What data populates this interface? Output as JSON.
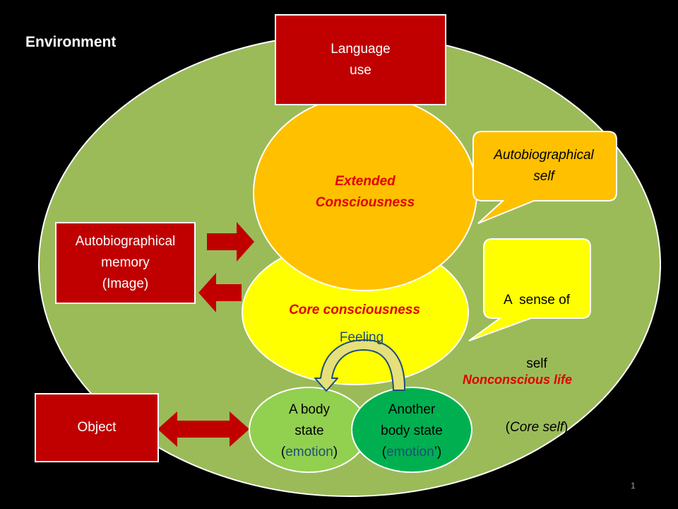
{
  "environment_label": "Environment",
  "language_box": {
    "line1": "Language",
    "line2": "use"
  },
  "memory_box": {
    "line1": "Autobiographical",
    "line2": "memory",
    "line3": "(Image)"
  },
  "object_box": {
    "label": "Object"
  },
  "extended_consciousness": {
    "line1": "Extended",
    "line2": "Consciousness"
  },
  "core_consciousness": {
    "label": "Core consciousness",
    "feeling": "Feeling"
  },
  "autobiographical_self": {
    "line1": "Autobiographical",
    "line2": "self"
  },
  "sense_of_self": {
    "line1": "A  sense of",
    "line2": "self",
    "open": "(",
    "core": "Core self",
    "close": ")"
  },
  "nonconscious": {
    "label": "Nonconscious life"
  },
  "body_state": {
    "line1": "A body",
    "line2": "state",
    "open": "(",
    "emotion": "emotion",
    "close": ")"
  },
  "another_body_state": {
    "line1": "Another",
    "line2": "body state",
    "open": "(",
    "emotion": "emotion",
    "close": "’)"
  },
  "page_number": "1",
  "colors": {
    "background": "#000000",
    "environment": "#9bbb59",
    "extended": "#ffc000",
    "core": "#ffff00",
    "body_light": "#92d050",
    "body_dark": "#00b050",
    "red_box": "#c00000",
    "red_text": "#e00000",
    "blue_text": "#1f4e79"
  }
}
